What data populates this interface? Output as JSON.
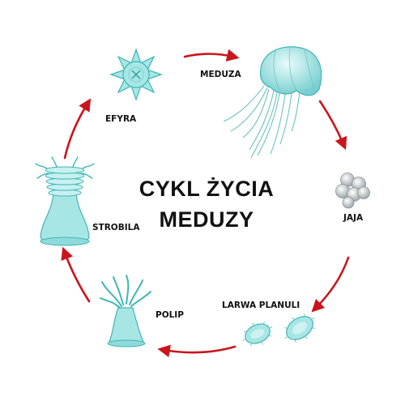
{
  "title": {
    "line1": "CYKL ŻYCIA",
    "line2": "MEDUZY"
  },
  "stages": [
    {
      "id": "meduza",
      "label": "MEDUZA",
      "icon": "jellyfish-icon"
    },
    {
      "id": "jaja",
      "label": "JAJA",
      "icon": "eggs-icon"
    },
    {
      "id": "larwa",
      "label": "LARWA PLANULI",
      "icon": "planula-larva-icon"
    },
    {
      "id": "polip",
      "label": "POLIP",
      "icon": "polyp-icon"
    },
    {
      "id": "strobila",
      "label": "STROBILA",
      "icon": "strobila-icon"
    },
    {
      "id": "efyra",
      "label": "EFYRA",
      "icon": "ephyra-icon"
    }
  ],
  "colors": {
    "arrow": "#c9161d",
    "organism_fill": "#a8e6e6",
    "organism_stroke": "#3fb5b5",
    "text": "#111111"
  }
}
